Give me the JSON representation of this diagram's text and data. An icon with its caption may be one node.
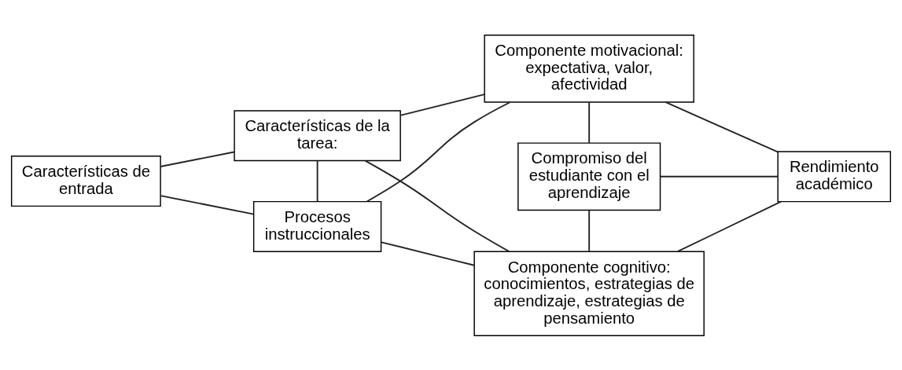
{
  "diagram": {
    "nodes": [
      {
        "text": [
          "Características de entrada"
        ]
      },
      {
        "text": [
          "Características de la tarea:"
        ]
      },
      {
        "text": [
          "Procesos instruccionales"
        ]
      },
      {
        "text": [
          "Componente motivacional: expectativa, valor, afectividad"
        ]
      },
      {
        "text": [
          "Compromiso del estudiante con el aprendizaje"
        ]
      },
      {
        "text": [
          "Componente cognitivo: conocimientos, estrategias de aprendizaje, estrategias de pensamiento"
        ]
      },
      {
        "text": [
          "Rendimiento académico"
        ]
      }
    ],
    "edges": [
      {
        "from": 0,
        "to": 1,
        "arrow": "none"
      },
      {
        "from": 0,
        "to": 2,
        "arrow": "none"
      },
      {
        "from": 1,
        "to": 2,
        "arrow": "none"
      },
      {
        "from": 1,
        "to": 3,
        "arrow": "none"
      },
      {
        "from": 1,
        "to": 5,
        "arrow": "none"
      },
      {
        "from": 2,
        "to": 3,
        "arrow": "none"
      },
      {
        "from": 2,
        "to": 5,
        "arrow": "none"
      },
      {
        "from": 3,
        "to": 4,
        "arrow": "none"
      },
      {
        "from": 4,
        "to": 5,
        "arrow": "none"
      },
      {
        "from": 4,
        "to": 6,
        "arrow": "none"
      },
      {
        "from": 3,
        "to": 6,
        "arrow": "none"
      },
      {
        "from": 5,
        "to": 6,
        "arrow": "none"
      }
    ]
  }
}
